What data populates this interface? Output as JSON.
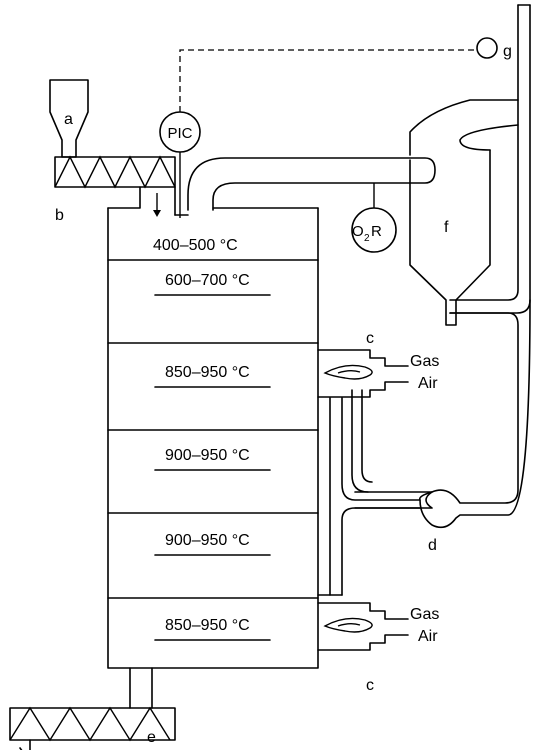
{
  "labels": {
    "a": "a",
    "b": "b",
    "c_upper": "c",
    "c_lower": "c",
    "d": "d",
    "e": "e",
    "f": "f",
    "g": "g"
  },
  "instruments": {
    "pic": "PIC",
    "o2r_o": "O",
    "o2r_sub": "2",
    "o2r_r": "R"
  },
  "hearths": [
    "400–500 °C",
    "600–700 °C",
    "850–950 °C",
    "900–950 °C",
    "900–950 °C",
    "850–950 °C"
  ],
  "burners": {
    "upper_gas": "Gas",
    "upper_air": "Air",
    "lower_gas": "Gas",
    "lower_air": "Air"
  }
}
